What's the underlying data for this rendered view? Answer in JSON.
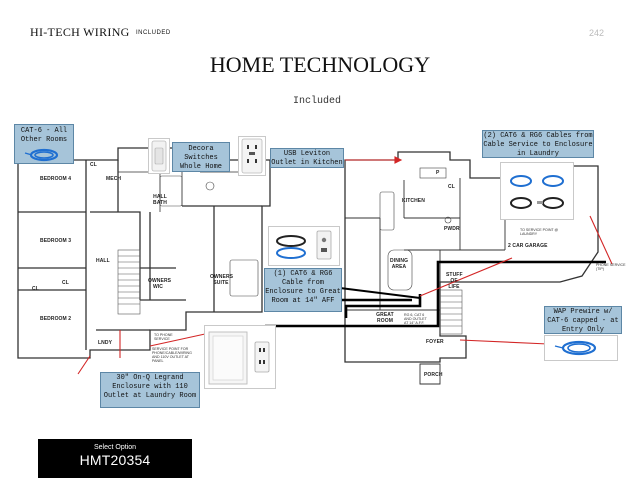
{
  "header": {
    "brand": "HI-TECH WIRING",
    "tag": "INCLUDED",
    "page_number": "242"
  },
  "title": "HOME TECHNOLOGY",
  "subtitle": "Included",
  "callouts": {
    "cat6_other": "CAT-6 - All Other Rooms",
    "decora": "Decora Switches Whole Home",
    "usb": "USB Leviton Outlet in Kitchen",
    "cables_laundry": "(2) CAT6 & RG6 Cables from Cable Service to Enclosure in Laundry",
    "cat6_rg6_great": "(1) CAT6 & RG6 Cable from Enclosure to Great Room at 14\" AFF",
    "wap": "WAP Prewire w/ CAT-6 capped - at Entry Only",
    "onq": "30\" On-Q Legrand Enclosure with 110 Outlet at Laundry Room"
  },
  "rooms": {
    "bedroom4": "BEDROOM 4",
    "cl1": "CL",
    "mech": "MECH",
    "hall_bath": "HALL BATH",
    "bedroom3": "BEDROOM 3",
    "hall": "HALL",
    "owners_wic": "OWNERS WIC",
    "owners_suite": "OWNERS SUITE",
    "cl2": "CL",
    "cl3": "CL",
    "bedroom2": "BEDROOM 2",
    "lndy": "LNDY",
    "kitchen": "KITCHEN",
    "pwdr": "PWDR",
    "p": "P",
    "cl4": "CL",
    "dining": "DINING AREA",
    "great_room": "GREAT ROOM",
    "stuff_of_life": "STUFF OF LIFE",
    "foyer": "FOYER",
    "porch": "PORCH",
    "garage": "2 CAR GARAGE"
  },
  "notes": {
    "to_phone": "TO PHONE SERVICE",
    "service_point": "SERVICE POINT FOR PHONE/CABLE/WIRING AND 110V OUTLET AT PANEL",
    "to_service_point": "TO SERVICE POINT @ LAUNDRY",
    "phone_service": "PHONE SERVICE (TIP)",
    "rg6_outlet": "RG 6, CAT 6 AND OUTLET AT 14\" A.F.F."
  },
  "select": {
    "label": "Select Option",
    "code": "HMT20354"
  },
  "colors": {
    "callout_fill": "#a6c4d9",
    "cable_blue": "#1f6fd1",
    "arrow_red": "#d32626",
    "wire_black": "#000000"
  }
}
